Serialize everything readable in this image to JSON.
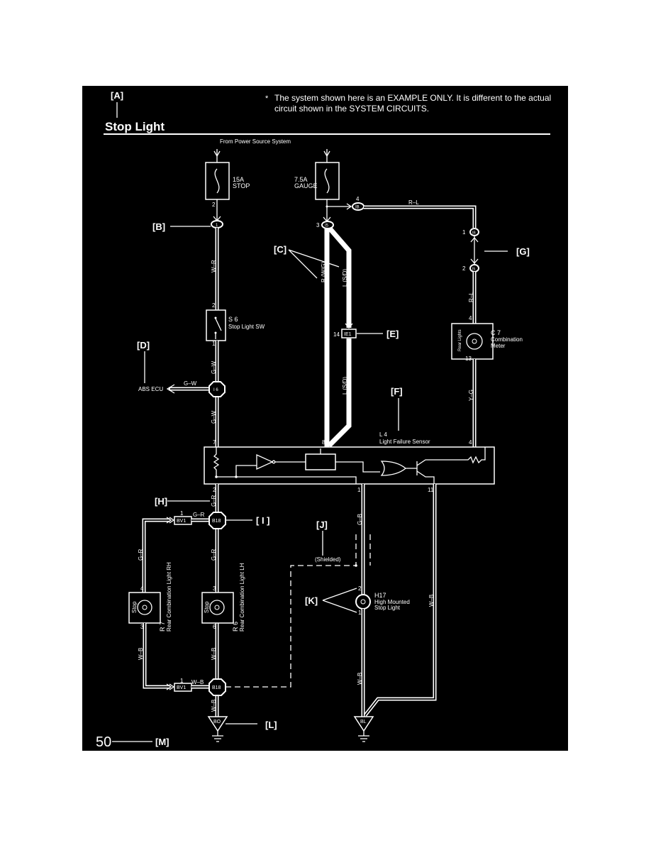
{
  "header": {
    "ref_a": "[A]",
    "title": "Stop Light",
    "note_mark": "*",
    "note_line1": "The system shown here is an EXAMPLE ONLY. It is different to the actual",
    "note_line2": "circuit shown in the SYSTEM CIRCUITS."
  },
  "power_source": "From Power Source System",
  "fuses": [
    {
      "rating": "15A",
      "name": "STOP",
      "pin": "2"
    },
    {
      "rating": "7.5A",
      "name": "GAUGE"
    }
  ],
  "callouts": {
    "b": "[B]",
    "c": "[C]",
    "d": "[D]",
    "e": "[E]",
    "f": "[F]",
    "g": "[G]",
    "h": "[H]",
    "i": "[ I ]",
    "j": "[J]",
    "k": "[K]",
    "l": "[L]",
    "m": "[M]"
  },
  "connectors": {
    "stop_j": {
      "pin": "1"
    },
    "gauge_down": {
      "pin": "3",
      "id": "I5"
    },
    "gauge_right": {
      "pin": "4",
      "id": "IB"
    },
    "g_top": {
      "pin": "1",
      "id": "IB"
    },
    "g_bottom": {
      "pin": "2",
      "id": "I5"
    },
    "ie1": {
      "pin": "14",
      "id": "IE1"
    },
    "i6": {
      "id": "I 6"
    },
    "b18_top": {
      "id": "B18"
    },
    "b18_bottom": {
      "id": "B18"
    },
    "bv1_top": {
      "pin": "1",
      "id": "BV1"
    },
    "bv1_bottom": {
      "pin": "1",
      "id": "BV1"
    }
  },
  "wires": {
    "w_r": "W–R",
    "g_w1": "G–W",
    "g_w2": "G–W",
    "g_w_abs": "G–W",
    "r_wg": "R (W/G)",
    "l_sd": "L (S/D)",
    "l_sd2": "L (S/D)",
    "r_l_top": "R–L",
    "r_l_side": "R–L",
    "y_g": "Y–G",
    "g_r_h": "G–R",
    "g_r_bv1": "G–R",
    "g_r_left": "G–R",
    "g_r_center": "G–R",
    "w_b_left": "W–B",
    "w_b_center": "W–B",
    "w_b_bv1": "W–B",
    "w_b_ground": "W–B",
    "g_b": "G–B",
    "w_b_h17": "W–B",
    "w_b_right": "W–B",
    "shielded": "(Shielded)"
  },
  "components": {
    "s6": {
      "code": "S 6",
      "name": "Stop Light SW",
      "pin_top": "2",
      "pin_bottom": "1"
    },
    "c7": {
      "code": "C 7",
      "name1": "Combination",
      "name2": "Meter",
      "inner": "Rear Lights",
      "pin_top": "4",
      "pin_bottom": "13"
    },
    "l4": {
      "code": "L 4",
      "name": "Light Failure Sensor",
      "pin_7": "7",
      "pin_8": "8",
      "pin_4": "4",
      "pin_2": "2",
      "pin_1": "1",
      "pin_11": "11"
    },
    "abs": {
      "name": "ABS ECU"
    },
    "r7": {
      "code": "R 7",
      "name": "Rear Combination Light RH",
      "inner": "Stop",
      "pin_top": "4",
      "pin_bottom": "3"
    },
    "r6": {
      "code": "R 6",
      "name": "Rear Combination Light LH",
      "inner": "Stop",
      "pin_top": "3",
      "pin_bottom": "6"
    },
    "h17": {
      "code": "H17",
      "name1": "High Mounted",
      "name2": "Stop Light",
      "pin_top": "2",
      "pin_bottom": "1"
    }
  },
  "grounds": [
    {
      "id": "BO"
    },
    {
      "id": "BL"
    }
  ],
  "page_number": "50"
}
